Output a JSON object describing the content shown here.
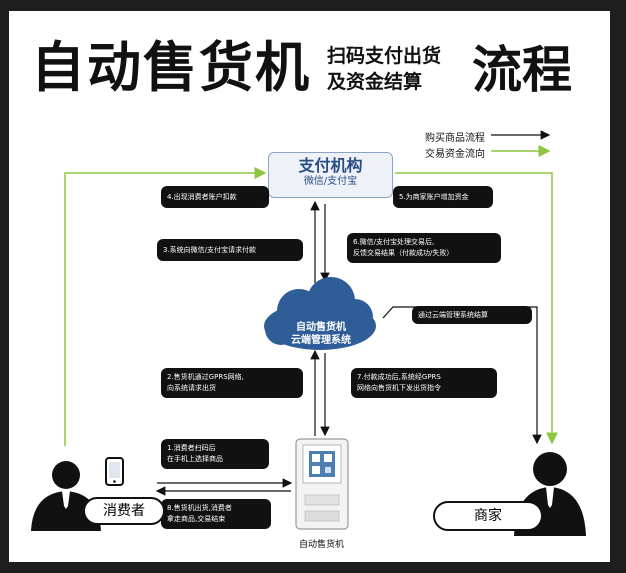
{
  "title": {
    "main": "自动售货机",
    "sub_line1": "扫码支付出货",
    "sub_line2": "及资金结算",
    "right": "流程"
  },
  "legend": {
    "goods_flow": "购买商品流程",
    "money_flow": "交易资金流向"
  },
  "payment_institution": {
    "title": "支付机构",
    "subtitle": "微信/支付宝"
  },
  "cloud": {
    "line1": "自动售货机",
    "line2": "云端管理系统"
  },
  "steps": {
    "s1": "1.消费者扫码后\n在手机上选择商品",
    "s2": "2.售货机通过GPRS网络,\n向系统请求出货",
    "s3": "3.系统向微信/支付宝请求付款",
    "s4": "4.出现消费者账户扣款",
    "s5": "5.为商家账户增加资金",
    "s6": "6.微信/支付宝处理交易后,\n反馈交易结果（付款成功/失败）",
    "s7": "7.付款成功后,系统经GPRS\n网络向售货机下发出货指令",
    "s8": "8.售货机出货,消费者\n拿走商品,交易结束",
    "settle": "通过云端管理系统结算"
  },
  "roles": {
    "consumer": "消费者",
    "merchant": "商家"
  },
  "machine": {
    "label": "自动售货机"
  },
  "colors": {
    "money_line": "#8dc63f",
    "cloud": "#2f5d97",
    "box": "#111111"
  }
}
